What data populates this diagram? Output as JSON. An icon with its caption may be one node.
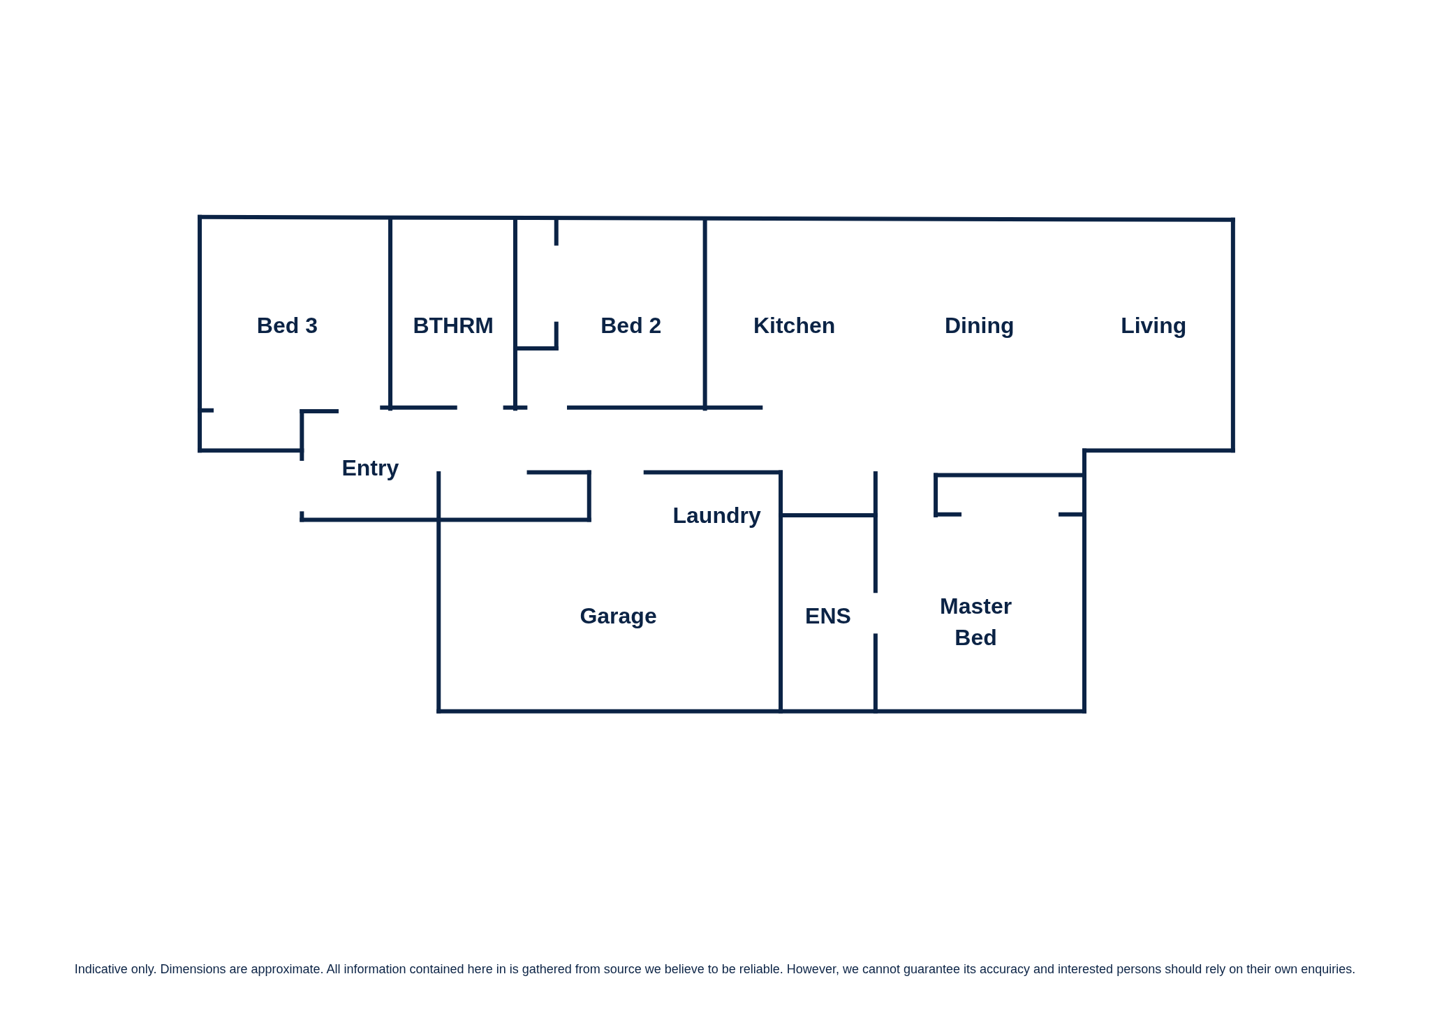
{
  "diagram": {
    "caption": "Indicative only. Dimensions are approximate. All information contained here in is gathered from source we believe to be reliable. However, we cannot guarantee its accuracy and interested persons should rely on their own enquiries.",
    "labels": [
      "Bed 3",
      "BTHRM",
      "Bed 2",
      "Kitchen",
      "Dining",
      "Living",
      "Entry",
      "Laundry",
      "Garage",
      "ENS",
      "Master Bed"
    ]
  }
}
